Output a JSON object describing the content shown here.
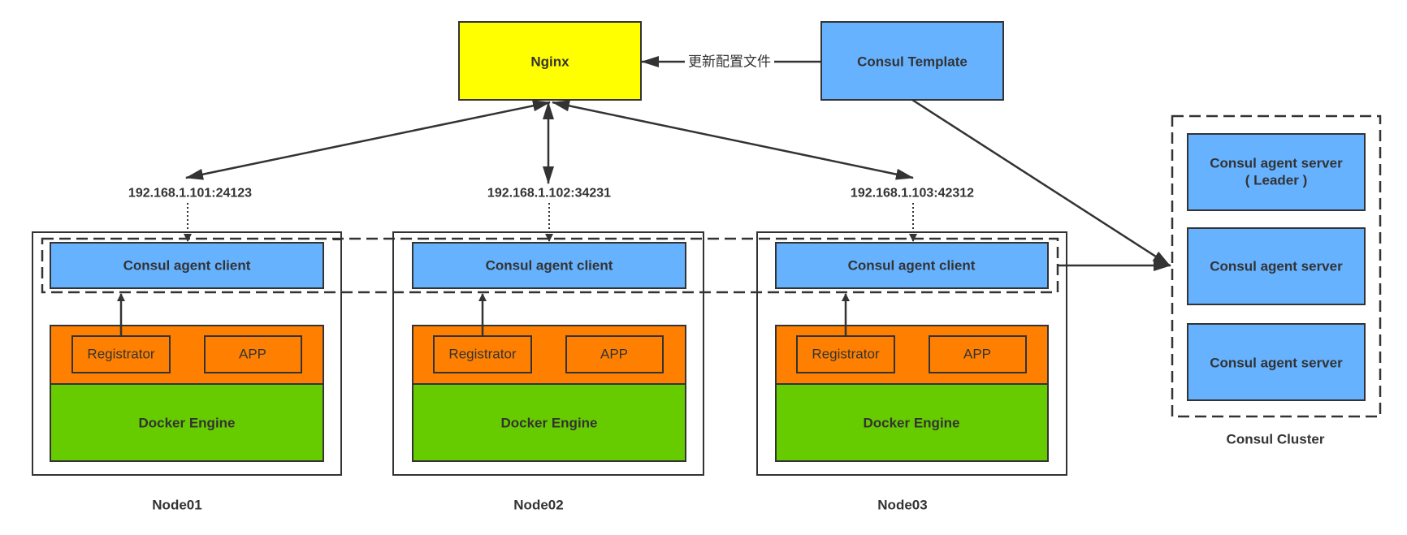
{
  "nginx": {
    "label": "Nginx",
    "color": "#ffff00"
  },
  "consul_template": {
    "label": "Consul Template",
    "color": "#66b2ff"
  },
  "update_config_label": "更新配置文件",
  "nodes": [
    {
      "name": "Node01",
      "address": "192.168.1.101:24123",
      "client": "Consul agent client",
      "registrator": "Registrator",
      "app": "APP",
      "engine": "Docker Engine"
    },
    {
      "name": "Node02",
      "address": "192.168.1.102:34231",
      "client": "Consul agent client",
      "registrator": "Registrator",
      "app": "APP",
      "engine": "Docker Engine"
    },
    {
      "name": "Node03",
      "address": "192.168.1.103:42312",
      "client": "Consul agent client",
      "registrator": "Registrator",
      "app": "APP",
      "engine": "Docker Engine"
    }
  ],
  "cluster": {
    "label": "Consul Cluster",
    "servers": [
      {
        "line1": "Consul agent server",
        "line2": "( Leader )"
      },
      {
        "line1": "Consul agent server",
        "line2": ""
      },
      {
        "line1": "Consul agent server",
        "line2": ""
      }
    ]
  },
  "colors": {
    "client": "#66b2ff",
    "container_band": "#ff8000",
    "docker_engine": "#66cc00",
    "server": "#66b2ff",
    "stroke": "#333333"
  }
}
